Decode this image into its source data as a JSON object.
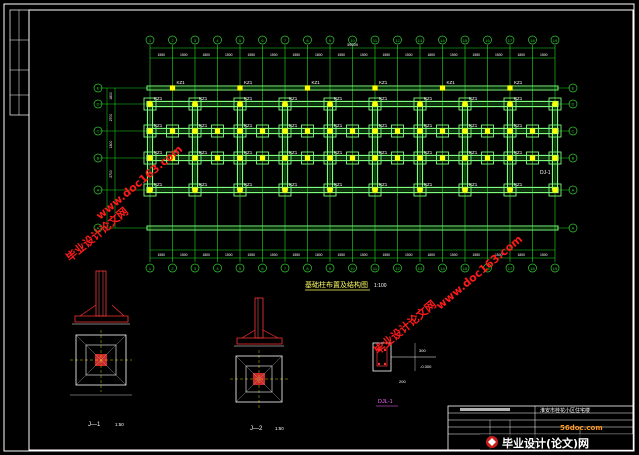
{
  "plan": {
    "title": "基础柱布置及结构图",
    "scale": "1:100",
    "col_label": "KZ1",
    "grid_label": "DJ-1",
    "top_dims": [
      "1550",
      "1500",
      "1800",
      "1500",
      "1550",
      "1500",
      "1550",
      "1800",
      "1550",
      "1500",
      "1550",
      "1500",
      "1800",
      "1500",
      "1550",
      "1500",
      "1800",
      "1500"
    ],
    "bottom_dims": [
      "1550",
      "1500",
      "1800",
      "1500",
      "1550",
      "1500",
      "1550",
      "1800",
      "1550",
      "1500",
      "1550",
      "1500",
      "1800",
      "1500",
      "1550",
      "1500",
      "1800",
      "1500"
    ],
    "overall_dim": "39600",
    "left_dims": [
      "1800",
      "2700",
      "1800",
      "2700"
    ],
    "row_axes": [
      "E",
      "D",
      "C",
      "B",
      "A"
    ],
    "col_axes": [
      "1",
      "2",
      "3",
      "4",
      "5",
      "6",
      "7",
      "8",
      "9",
      "10",
      "11",
      "12",
      "13",
      "14",
      "15",
      "16",
      "17",
      "18",
      "19"
    ]
  },
  "details": {
    "section_1": "J—1",
    "section_1_scale": "1:50",
    "section_2": "J—2",
    "section_2_scale": "1:50",
    "section_3": "DJL-1",
    "dim_a": "300",
    "dim_b": "200",
    "elev": "-0.300"
  },
  "title_block": {
    "project": "淮安市桂花小区住宅楼"
  },
  "watermarks": {
    "wm1": "毕业设计论文网",
    "wm2": "www.doc163.com",
    "wm3": "毕业设计论文网",
    "wm4": "www.doc163.com",
    "site": "56doc.com",
    "footer": "毕业设计(论文)网"
  },
  "colors": {
    "grid": "#22dd22",
    "beam": "#7dff7d",
    "column": "#ffff00",
    "watermark": "#ff1a1a",
    "axis_circle": "#33cc33",
    "detail": "#ff3333"
  }
}
